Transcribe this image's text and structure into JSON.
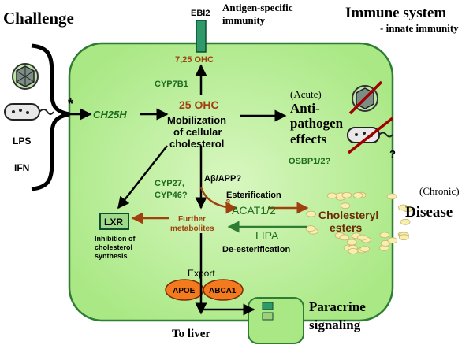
{
  "labels": {
    "challenge": "Challenge",
    "immune_system": "Immune system",
    "innate_immunity": "- innate immunity",
    "ebi2": "EBI2",
    "antigen_specific_1": "Antigen-specific",
    "antigen_specific_2": "immunity",
    "oh_725": "7,25 OHC",
    "cyp7b1": "CYP7B1",
    "oh_25": "25 OHC",
    "mobilization_1": "Mobilization",
    "mobilization_2": "of cellular",
    "mobilization_3": "cholesterol",
    "ch25h": "CH25H",
    "asterisk": "*",
    "lps": "LPS",
    "ifn": "IFN",
    "acute": "(Acute)",
    "anti_1": "Anti-",
    "anti_2": "pathogen",
    "anti_3": "effects",
    "osbp": "OSBP1/2?",
    "question": "?",
    "chronic": "(Chronic)",
    "disease": "Disease",
    "cyp27": "CYP27,",
    "cyp46": "CYP46?",
    "abeta": "Aβ/APP?",
    "esterification": "Esterification",
    "a_mark": "a",
    "acat": "ACAT1/2",
    "cholesteryl_1": "Cholesteryl",
    "cholesteryl_2": "esters",
    "lxr": "LXR",
    "inhibition_1": "Inhibition of",
    "inhibition_2": "cholesterol",
    "inhibition_3": "synthesis",
    "further_1": "Further",
    "further_2": "metabolites",
    "lipa": "LIPA",
    "deesterification": "De-esterification",
    "export": "Export",
    "apoe": "APOE",
    "abca1": "ABCA1",
    "to_liver": "To liver",
    "paracrine_1": "Paracrine",
    "paracrine_2": "signaling"
  },
  "colors": {
    "cell_fill": "#c6f2a6",
    "cell_stroke": "#2e7d32",
    "dark_green_text": "#1f6b1f",
    "brown_text": "#a0400f",
    "orange_fill": "#f47a1f",
    "receptor_fill": "#2e9a6a",
    "ester_fill": "#f8eeb0"
  }
}
